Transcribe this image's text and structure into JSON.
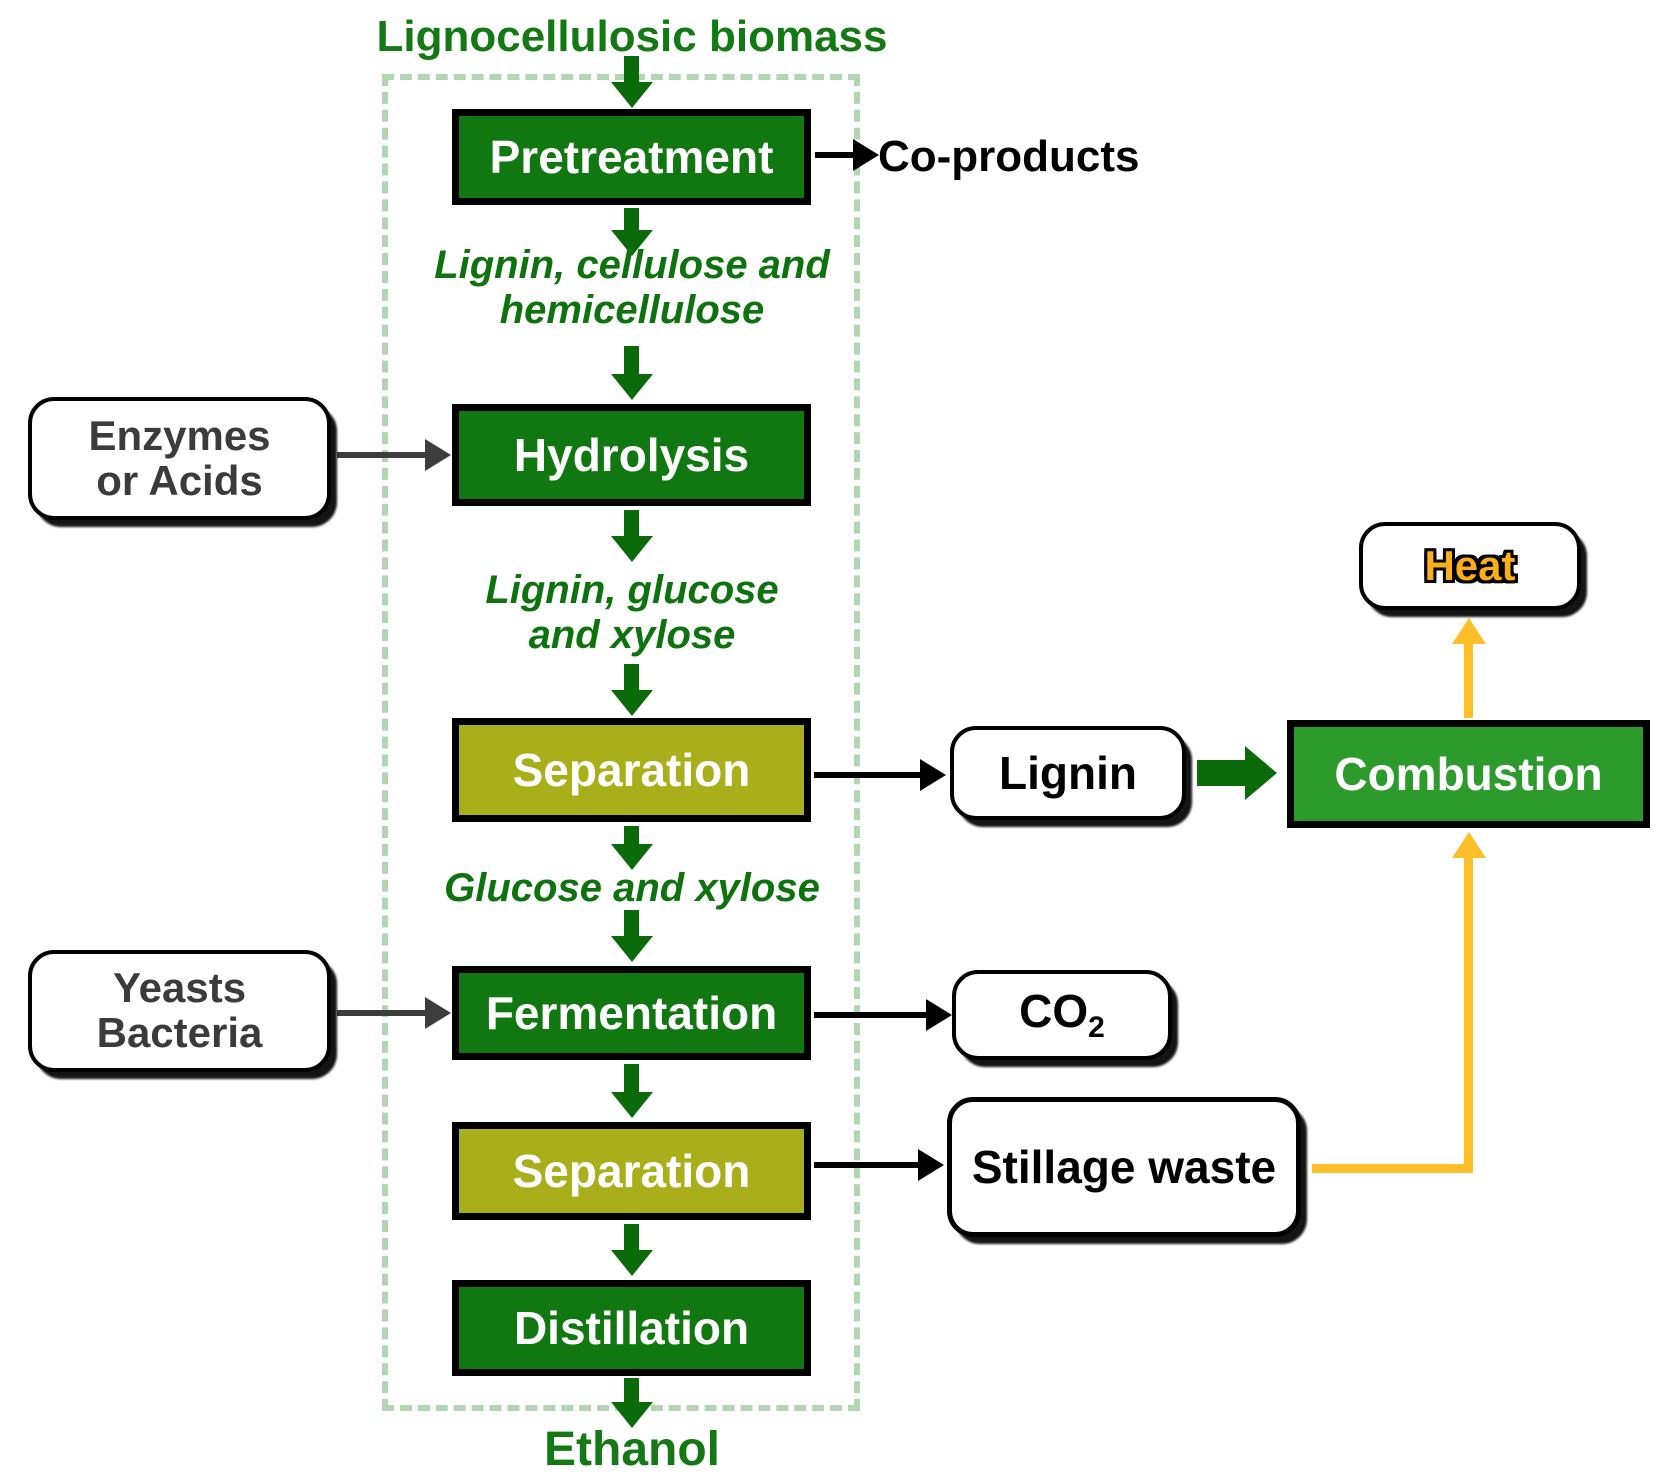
{
  "diagram": {
    "title": "Lignocellulosic biomass",
    "final_product": "Ethanol"
  },
  "steps": {
    "pretreatment": "Pretreatment",
    "hydrolysis": "Hydrolysis",
    "separation_1": "Separation",
    "fermentation": "Fermentation",
    "separation_2": "Separation",
    "distillation": "Distillation",
    "combustion": "Combustion"
  },
  "intermediates": {
    "after_pretreatment_line1": "Lignin, cellulose and",
    "after_pretreatment_line2": "hemicellulose",
    "after_hydrolysis_line1": "Lignin, glucose",
    "after_hydrolysis_line2": "and xylose",
    "after_separation": "Glucose and xylose"
  },
  "inputs": {
    "enzymes_line1": "Enzymes",
    "enzymes_line2": "or Acids",
    "yeasts_line1": "Yeasts",
    "yeasts_line2": "Bacteria"
  },
  "outputs": {
    "co_products": "Co-products",
    "lignin": "Lignin",
    "co2_main": "CO",
    "co2_sub": "2",
    "stillage_waste": "Stillage waste",
    "heat": "Heat"
  },
  "colors": {
    "process_green": "#117811",
    "combustion_green": "#2C9B2C",
    "separation_olive": "#A9AE1B",
    "text_green": "#147814",
    "intermediate_green": "#0E730E",
    "arrow_green": "#0B6B0B",
    "heat_yellow": "#FDBE27",
    "heat_text_orange": "#FBAE17",
    "dashed_border_green": "#B2D6B2",
    "input_text_gray": "#3B3B3B"
  }
}
